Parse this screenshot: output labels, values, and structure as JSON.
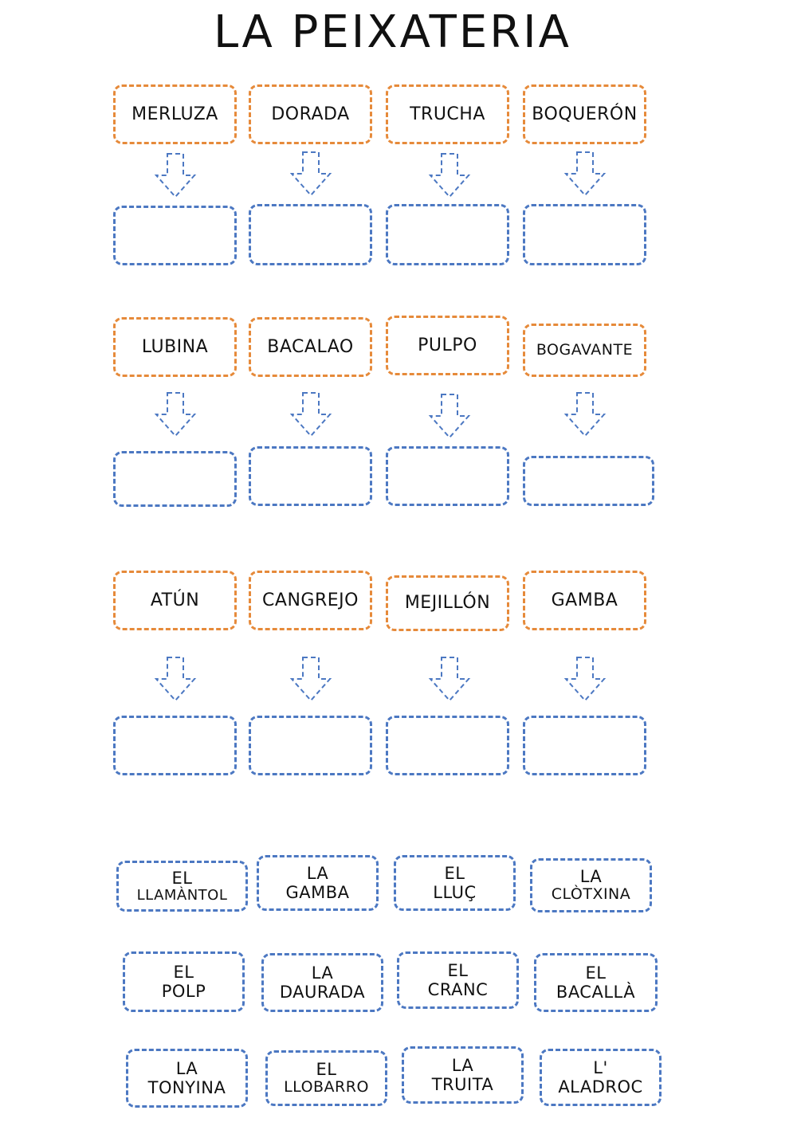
{
  "title": "LA PEIXATERIA",
  "colors": {
    "spanish_border": "#E68A3A",
    "answer_border": "#4C78C2",
    "arrow": "#4C78C2"
  },
  "rows": [
    {
      "words": [
        "MERLUZA",
        "DORADA",
        "TRUCHA",
        "BOQUERÓN"
      ]
    },
    {
      "words": [
        "LUBINA",
        "BACALAO",
        "PULPO",
        "BOGAVANTE"
      ]
    },
    {
      "words": [
        "ATÚN",
        "CANGREJO",
        "MEJILLÓN",
        "GAMBA"
      ]
    }
  ],
  "word_bank": [
    [
      {
        "article": "EL",
        "noun": "LLAMÀNTOL"
      },
      {
        "article": "LA",
        "noun": "GAMBA"
      },
      {
        "article": "EL",
        "noun": "LLUÇ"
      },
      {
        "article": "LA",
        "noun": "CLÒTXINA"
      }
    ],
    [
      {
        "article": "EL",
        "noun": "POLP"
      },
      {
        "article": "LA",
        "noun": "DAURADA"
      },
      {
        "article": "EL",
        "noun": "CRANC"
      },
      {
        "article": "EL",
        "noun": "BACALLÀ"
      }
    ],
    [
      {
        "article": "LA",
        "noun": "TONYINA"
      },
      {
        "article": "EL",
        "noun": "LLOBARRO"
      },
      {
        "article": "LA",
        "noun": "TRUITA"
      },
      {
        "article": "L'",
        "noun": "ALADROC"
      }
    ]
  ]
}
